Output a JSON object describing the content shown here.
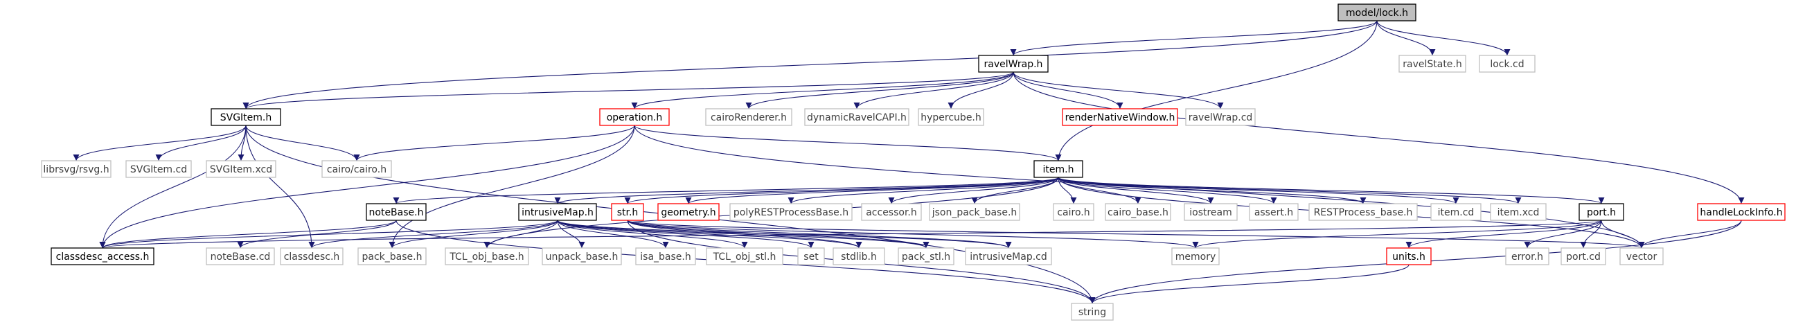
{
  "colors": {
    "edge": "#191970",
    "root_fill": "#bfbfbf",
    "documented_border": "#000000",
    "truncated_border": "#ff0000",
    "external_border": "#bfbfbf",
    "external_text": "#404040"
  },
  "nodes": [
    {
      "id": "lock_h",
      "label": "model/lock.h",
      "kind": "root"
    },
    {
      "id": "ravelWrap_h",
      "label": "ravelWrap.h",
      "kind": "documented"
    },
    {
      "id": "ravelState_h",
      "label": "ravelState.h",
      "kind": "external"
    },
    {
      "id": "lock_cd",
      "label": "lock.cd",
      "kind": "external"
    },
    {
      "id": "SVGItem_h",
      "label": "SVGItem.h",
      "kind": "documented"
    },
    {
      "id": "operation_h",
      "label": "operation.h",
      "kind": "truncated"
    },
    {
      "id": "cairoRenderer_h",
      "label": "cairoRenderer.h",
      "kind": "external"
    },
    {
      "id": "dynamicRavelCAPI_h",
      "label": "dynamicRavelCAPI.h",
      "kind": "external"
    },
    {
      "id": "hypercube_h",
      "label": "hypercube.h",
      "kind": "external"
    },
    {
      "id": "renderNativeWindow_h",
      "label": "renderNativeWindow.h",
      "kind": "truncated"
    },
    {
      "id": "ravelWrap_cd",
      "label": "ravelWrap.cd",
      "kind": "external"
    },
    {
      "id": "handleLockInfo_h",
      "label": "handleLockInfo.h",
      "kind": "truncated"
    },
    {
      "id": "librsvg_h",
      "label": "librsvg/rsvg.h",
      "kind": "external"
    },
    {
      "id": "SVGItem_cd",
      "label": "SVGItem.cd",
      "kind": "external"
    },
    {
      "id": "SVGItem_xcd",
      "label": "SVGItem.xcd",
      "kind": "external"
    },
    {
      "id": "cairo_cairo_h",
      "label": "cairo/cairo.h",
      "kind": "external"
    },
    {
      "id": "item_h",
      "label": "item.h",
      "kind": "documented"
    },
    {
      "id": "noteBase_h",
      "label": "noteBase.h",
      "kind": "documented"
    },
    {
      "id": "intrusiveMap_h",
      "label": "intrusiveMap.h",
      "kind": "documented"
    },
    {
      "id": "str_h",
      "label": "str.h",
      "kind": "truncated"
    },
    {
      "id": "geometry_h",
      "label": "geometry.h",
      "kind": "truncated"
    },
    {
      "id": "polyREST_h",
      "label": "polyRESTProcessBase.h",
      "kind": "external"
    },
    {
      "id": "accessor_h",
      "label": "accessor.h",
      "kind": "external"
    },
    {
      "id": "json_pack_base_h",
      "label": "json_pack_base.h",
      "kind": "external"
    },
    {
      "id": "cairo_h",
      "label": "cairo.h",
      "kind": "external"
    },
    {
      "id": "cairo_base_h",
      "label": "cairo_base.h",
      "kind": "external"
    },
    {
      "id": "iostream",
      "label": "iostream",
      "kind": "external"
    },
    {
      "id": "assert_h",
      "label": "assert.h",
      "kind": "external"
    },
    {
      "id": "RESTProcess_base_h",
      "label": "RESTProcess_base.h",
      "kind": "external"
    },
    {
      "id": "item_cd",
      "label": "item.cd",
      "kind": "external"
    },
    {
      "id": "item_xcd",
      "label": "item.xcd",
      "kind": "external"
    },
    {
      "id": "port_h",
      "label": "port.h",
      "kind": "documented"
    },
    {
      "id": "classdesc_access_h",
      "label": "classdesc_access.h",
      "kind": "documented"
    },
    {
      "id": "noteBase_cd",
      "label": "noteBase.cd",
      "kind": "external"
    },
    {
      "id": "classdesc_h",
      "label": "classdesc.h",
      "kind": "external"
    },
    {
      "id": "pack_base_h",
      "label": "pack_base.h",
      "kind": "external"
    },
    {
      "id": "TCL_obj_base_h",
      "label": "TCL_obj_base.h",
      "kind": "external"
    },
    {
      "id": "unpack_base_h",
      "label": "unpack_base.h",
      "kind": "external"
    },
    {
      "id": "isa_base_h",
      "label": "isa_base.h",
      "kind": "external"
    },
    {
      "id": "TCL_obj_stl_h",
      "label": "TCL_obj_stl.h",
      "kind": "external"
    },
    {
      "id": "set",
      "label": "set",
      "kind": "external"
    },
    {
      "id": "stdlib_h",
      "label": "stdlib.h",
      "kind": "external"
    },
    {
      "id": "pack_stl_h",
      "label": "pack_stl.h",
      "kind": "external"
    },
    {
      "id": "intrusiveMap_cd",
      "label": "intrusiveMap.cd",
      "kind": "external"
    },
    {
      "id": "memory",
      "label": "memory",
      "kind": "external"
    },
    {
      "id": "string",
      "label": "string",
      "kind": "external"
    },
    {
      "id": "units_h",
      "label": "units.h",
      "kind": "truncated"
    },
    {
      "id": "error_h",
      "label": "error.h",
      "kind": "external"
    },
    {
      "id": "port_cd",
      "label": "port.cd",
      "kind": "external"
    },
    {
      "id": "vector",
      "label": "vector",
      "kind": "external"
    }
  ],
  "edges": [
    [
      "lock_h",
      "ravelWrap_h"
    ],
    [
      "lock_h",
      "ravelState_h"
    ],
    [
      "lock_h",
      "lock_cd"
    ],
    [
      "lock_h",
      "SVGItem_h"
    ],
    [
      "lock_h",
      "item_h"
    ],
    [
      "ravelWrap_h",
      "SVGItem_h"
    ],
    [
      "ravelWrap_h",
      "operation_h"
    ],
    [
      "ravelWrap_h",
      "cairoRenderer_h"
    ],
    [
      "ravelWrap_h",
      "dynamicRavelCAPI_h"
    ],
    [
      "ravelWrap_h",
      "hypercube_h"
    ],
    [
      "ravelWrap_h",
      "renderNativeWindow_h"
    ],
    [
      "ravelWrap_h",
      "ravelWrap_cd"
    ],
    [
      "ravelWrap_h",
      "handleLockInfo_h"
    ],
    [
      "SVGItem_h",
      "librsvg_h"
    ],
    [
      "SVGItem_h",
      "SVGItem_cd"
    ],
    [
      "SVGItem_h",
      "SVGItem_xcd"
    ],
    [
      "SVGItem_h",
      "cairo_cairo_h"
    ],
    [
      "SVGItem_h",
      "classdesc_access_h"
    ],
    [
      "SVGItem_h",
      "classdesc_h"
    ],
    [
      "SVGItem_h",
      "string"
    ],
    [
      "operation_h",
      "cairo_cairo_h"
    ],
    [
      "operation_h",
      "item_h"
    ],
    [
      "operation_h",
      "classdesc_access_h"
    ],
    [
      "operation_h",
      "pack_base_h"
    ],
    [
      "operation_h",
      "vector"
    ],
    [
      "handleLockInfo_h",
      "vector"
    ],
    [
      "handleLockInfo_h",
      "string"
    ],
    [
      "item_h",
      "noteBase_h"
    ],
    [
      "item_h",
      "intrusiveMap_h"
    ],
    [
      "item_h",
      "str_h"
    ],
    [
      "item_h",
      "geometry_h"
    ],
    [
      "item_h",
      "polyREST_h"
    ],
    [
      "item_h",
      "accessor_h"
    ],
    [
      "item_h",
      "json_pack_base_h"
    ],
    [
      "item_h",
      "cairo_h"
    ],
    [
      "item_h",
      "cairo_base_h"
    ],
    [
      "item_h",
      "iostream"
    ],
    [
      "item_h",
      "assert_h"
    ],
    [
      "item_h",
      "RESTProcess_base_h"
    ],
    [
      "item_h",
      "item_cd"
    ],
    [
      "item_h",
      "item_xcd"
    ],
    [
      "item_h",
      "port_h"
    ],
    [
      "item_h",
      "TCL_obj_base_h"
    ],
    [
      "item_h",
      "vector"
    ],
    [
      "noteBase_h",
      "classdesc_access_h"
    ],
    [
      "noteBase_h",
      "noteBase_cd"
    ],
    [
      "noteBase_h",
      "string"
    ],
    [
      "intrusiveMap_h",
      "classdesc_access_h"
    ],
    [
      "intrusiveMap_h",
      "classdesc_h"
    ],
    [
      "intrusiveMap_h",
      "pack_base_h"
    ],
    [
      "intrusiveMap_h",
      "TCL_obj_base_h"
    ],
    [
      "intrusiveMap_h",
      "unpack_base_h"
    ],
    [
      "intrusiveMap_h",
      "isa_base_h"
    ],
    [
      "intrusiveMap_h",
      "TCL_obj_stl_h"
    ],
    [
      "intrusiveMap_h",
      "set"
    ],
    [
      "intrusiveMap_h",
      "stdlib_h"
    ],
    [
      "intrusiveMap_h",
      "pack_stl_h"
    ],
    [
      "intrusiveMap_h",
      "intrusiveMap_cd"
    ],
    [
      "str_h",
      "stdlib_h"
    ],
    [
      "str_h",
      "pack_stl_h"
    ],
    [
      "str_h",
      "intrusiveMap_cd"
    ],
    [
      "str_h",
      "memory"
    ],
    [
      "str_h",
      "string"
    ],
    [
      "str_h",
      "vector"
    ],
    [
      "port_h",
      "classdesc_access_h"
    ],
    [
      "port_h",
      "memory"
    ],
    [
      "port_h",
      "units_h"
    ],
    [
      "port_h",
      "error_h"
    ],
    [
      "port_h",
      "port_cd"
    ],
    [
      "port_h",
      "vector"
    ],
    [
      "units_h",
      "string"
    ]
  ]
}
